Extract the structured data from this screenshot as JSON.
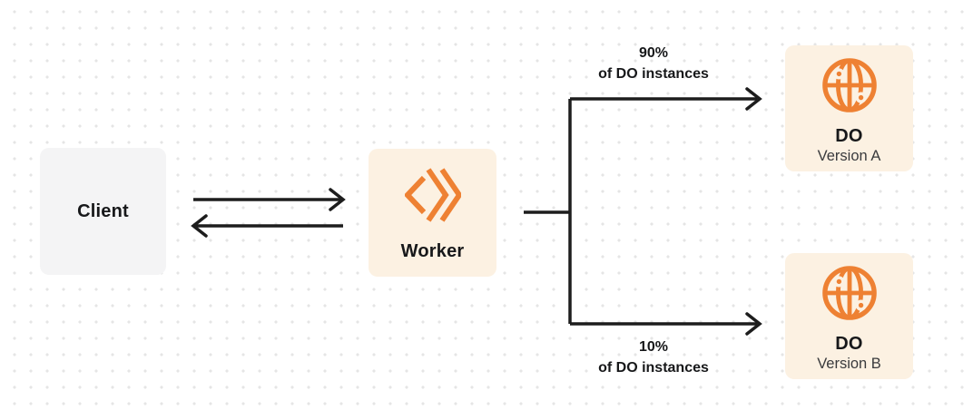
{
  "nodes": {
    "client": {
      "label": "Client"
    },
    "worker": {
      "label": "Worker"
    },
    "do_version_a": {
      "title": "DO",
      "subtitle": "Version A"
    },
    "do_version_b": {
      "title": "DO",
      "subtitle": "Version B"
    }
  },
  "edges": {
    "top_branch": {
      "percent": "90%",
      "caption": "of DO instances"
    },
    "bottom_branch": {
      "percent": "10%",
      "caption": "of DO instances"
    }
  },
  "icons": {
    "worker": "workers-chevrons-icon",
    "durable_object": "globe-icon"
  },
  "colors": {
    "accent_orange": "#EE8133",
    "card_cream": "#FCF1E2",
    "card_gray": "#F4F4F5",
    "line_dark": "#1D1D1D",
    "text_primary": "#17181A",
    "text_secondary": "#3A3B3D",
    "dot_grid": "#E5E5E5",
    "background": "#FFFFFF"
  }
}
